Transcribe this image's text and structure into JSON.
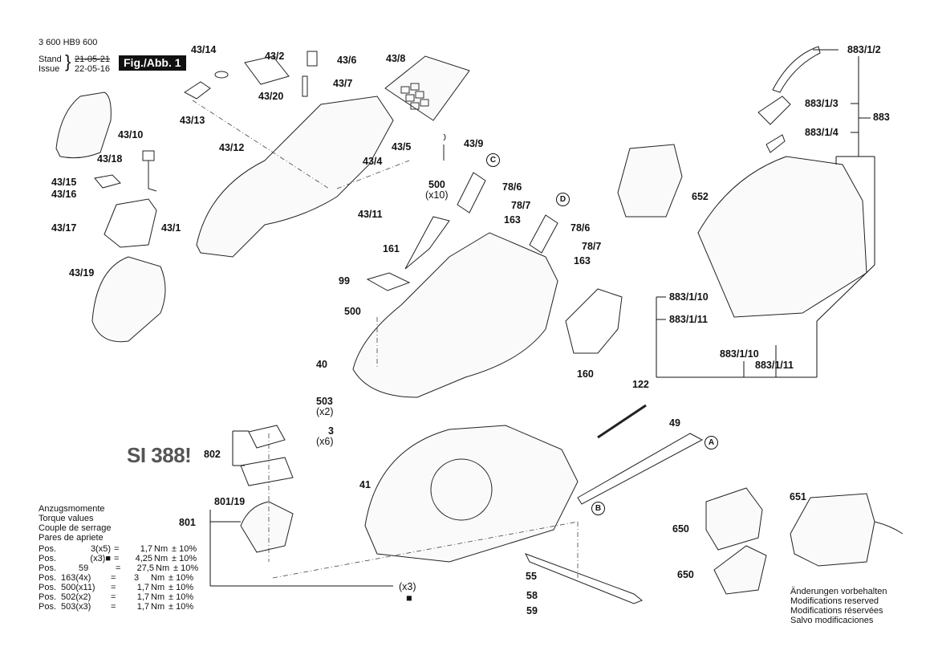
{
  "header": {
    "doc_number": "3 600 HB9 600",
    "stand_label": "Stand",
    "issue_label": "Issue",
    "old_date": "21-05-21",
    "new_date": "22-05-16",
    "figure_label": "Fig./Abb. 1"
  },
  "service_info": "SI 388!",
  "parts": {
    "p43_14": "43/14",
    "p43_2": "43/2",
    "p43_6": "43/6",
    "p43_7": "43/7",
    "p43_20": "43/20",
    "p43_13": "43/13",
    "p43_8": "43/8",
    "p43_9": "43/9",
    "p43_10": "43/10",
    "p43_18": "43/18",
    "p43_15": "43/15",
    "p43_16": "43/16",
    "p43_17": "43/17",
    "p43_19": "43/19",
    "p43_12": "43/12",
    "p43_1": "43/1",
    "p43_5": "43/5",
    "p43_4": "43/4",
    "p43_11": "43/11",
    "p500a": "500",
    "p500a_qty": "(x10)",
    "p78_6a": "78/6",
    "p78_7a": "78/7",
    "p163a": "163",
    "p78_6b": "78/6",
    "p78_7b": "78/7",
    "p163b": "163",
    "p161": "161",
    "p99": "99",
    "p500b": "500",
    "p40": "40",
    "p160": "160",
    "p652": "652",
    "p883_1_2": "883/1/2",
    "p883_1_3": "883/1/3",
    "p883_1_4": "883/1/4",
    "p883": "883",
    "p883_1_10a": "883/1/10",
    "p883_1_11a": "883/1/11",
    "p883_1_10b": "883/1/10",
    "p883_1_11b": "883/1/11",
    "p503": "503",
    "p503_qty": "(x2)",
    "p3": "3",
    "p3_qty": "(x6)",
    "p802": "802",
    "p801_19": "801/19",
    "p801": "801",
    "p41": "41",
    "p122": "122",
    "p49": "49",
    "p651": "651",
    "p650a": "650",
    "p650b": "650",
    "p55": "55",
    "p58": "58",
    "p59": "59",
    "screw_qty": "(x3)",
    "screw_mark": "■"
  },
  "callouts": {
    "A": "A",
    "B": "B",
    "C": "C",
    "D": "D"
  },
  "torque": {
    "title_de": "Anzugsmomente",
    "title_en": "Torque values",
    "title_fr": "Couple de serrage",
    "title_es": "Pares de apriete",
    "rows": [
      {
        "pos": "Pos.",
        "item": "3(x5)",
        "eq": "=",
        "val": "1,7",
        "unit": "Nm",
        "tol": "± 10%"
      },
      {
        "pos": "Pos.",
        "item": "(x3)■",
        "eq": "=",
        "val": "4,25",
        "unit": "Nm",
        "tol": "± 10%"
      },
      {
        "pos": "Pos.",
        "item": "59",
        "eq": "=",
        "val": "27,5",
        "unit": "Nm",
        "tol": "± 10%"
      },
      {
        "pos": "Pos.",
        "item": "163(4x)",
        "eq": "=",
        "val": "3",
        "unit": "Nm",
        "tol": "± 10%"
      },
      {
        "pos": "Pos.",
        "item": "500(x11)",
        "eq": "=",
        "val": "1,7",
        "unit": "Nm",
        "tol": "± 10%"
      },
      {
        "pos": "Pos.",
        "item": "502(x2)",
        "eq": "=",
        "val": "1,7",
        "unit": "Nm",
        "tol": "± 10%"
      },
      {
        "pos": "Pos.",
        "item": "503(x3)",
        "eq": "=",
        "val": "1,7",
        "unit": "Nm",
        "tol": "± 10%"
      }
    ]
  },
  "modifications": {
    "de": "Änderungen vorbehalten",
    "en": "Modifications reserved",
    "fr": "Modifications réservées",
    "es": "Salvo modificaciones"
  }
}
